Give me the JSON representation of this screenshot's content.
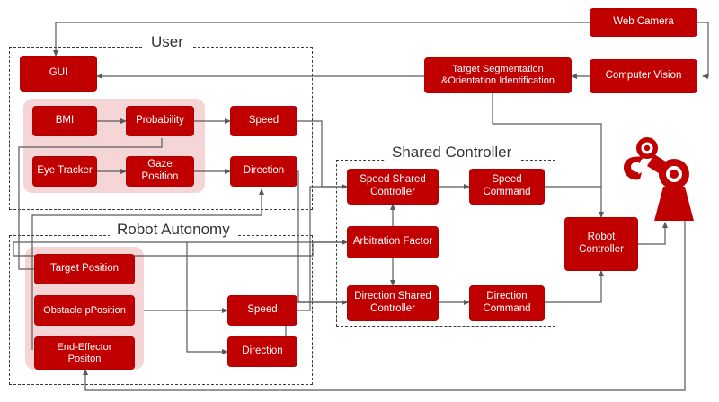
{
  "diagram": {
    "title": "Shared control robotic system block diagram",
    "colors": {
      "node": "#C00000",
      "panel": "#F6D5D6",
      "wire": "#595959",
      "group_border": "#3a3a3a"
    }
  },
  "groups": [
    {
      "id": "user",
      "label": "User"
    },
    {
      "id": "robot_autonomy",
      "label": "Robot Autonomy"
    },
    {
      "id": "shared_controller",
      "label": "Shared Controller"
    }
  ],
  "nodes": {
    "gui": "GUI",
    "bmi": "BMI",
    "probability": "Probability",
    "eye_tracker": "Eye Tracker",
    "gaze_position": "Gaze\nPosition",
    "user_speed": "Speed",
    "user_direction": "Direction",
    "target_position": "Target Position",
    "obstacle_position": "Obstacle pPosition",
    "end_effector_position": "End-Effector\nPositon",
    "auto_speed": "Speed",
    "auto_direction": "Direction",
    "speed_shared_controller": "Speed Shared\nController",
    "arbitration_factor": "Arbitration Factor",
    "direction_shared_controller": "Direction Shared\nController",
    "speed_command": "Speed\nCommand",
    "direction_command": "Direction\nCommand",
    "web_camera": "Web Camera",
    "computer_vision": "Computer Vision",
    "target_segmentation": "Target Segmentation\n&Orientation Identification",
    "robot_controller": "Robot\nController"
  },
  "icons": {
    "robot_arm": "robot-arm-icon"
  }
}
